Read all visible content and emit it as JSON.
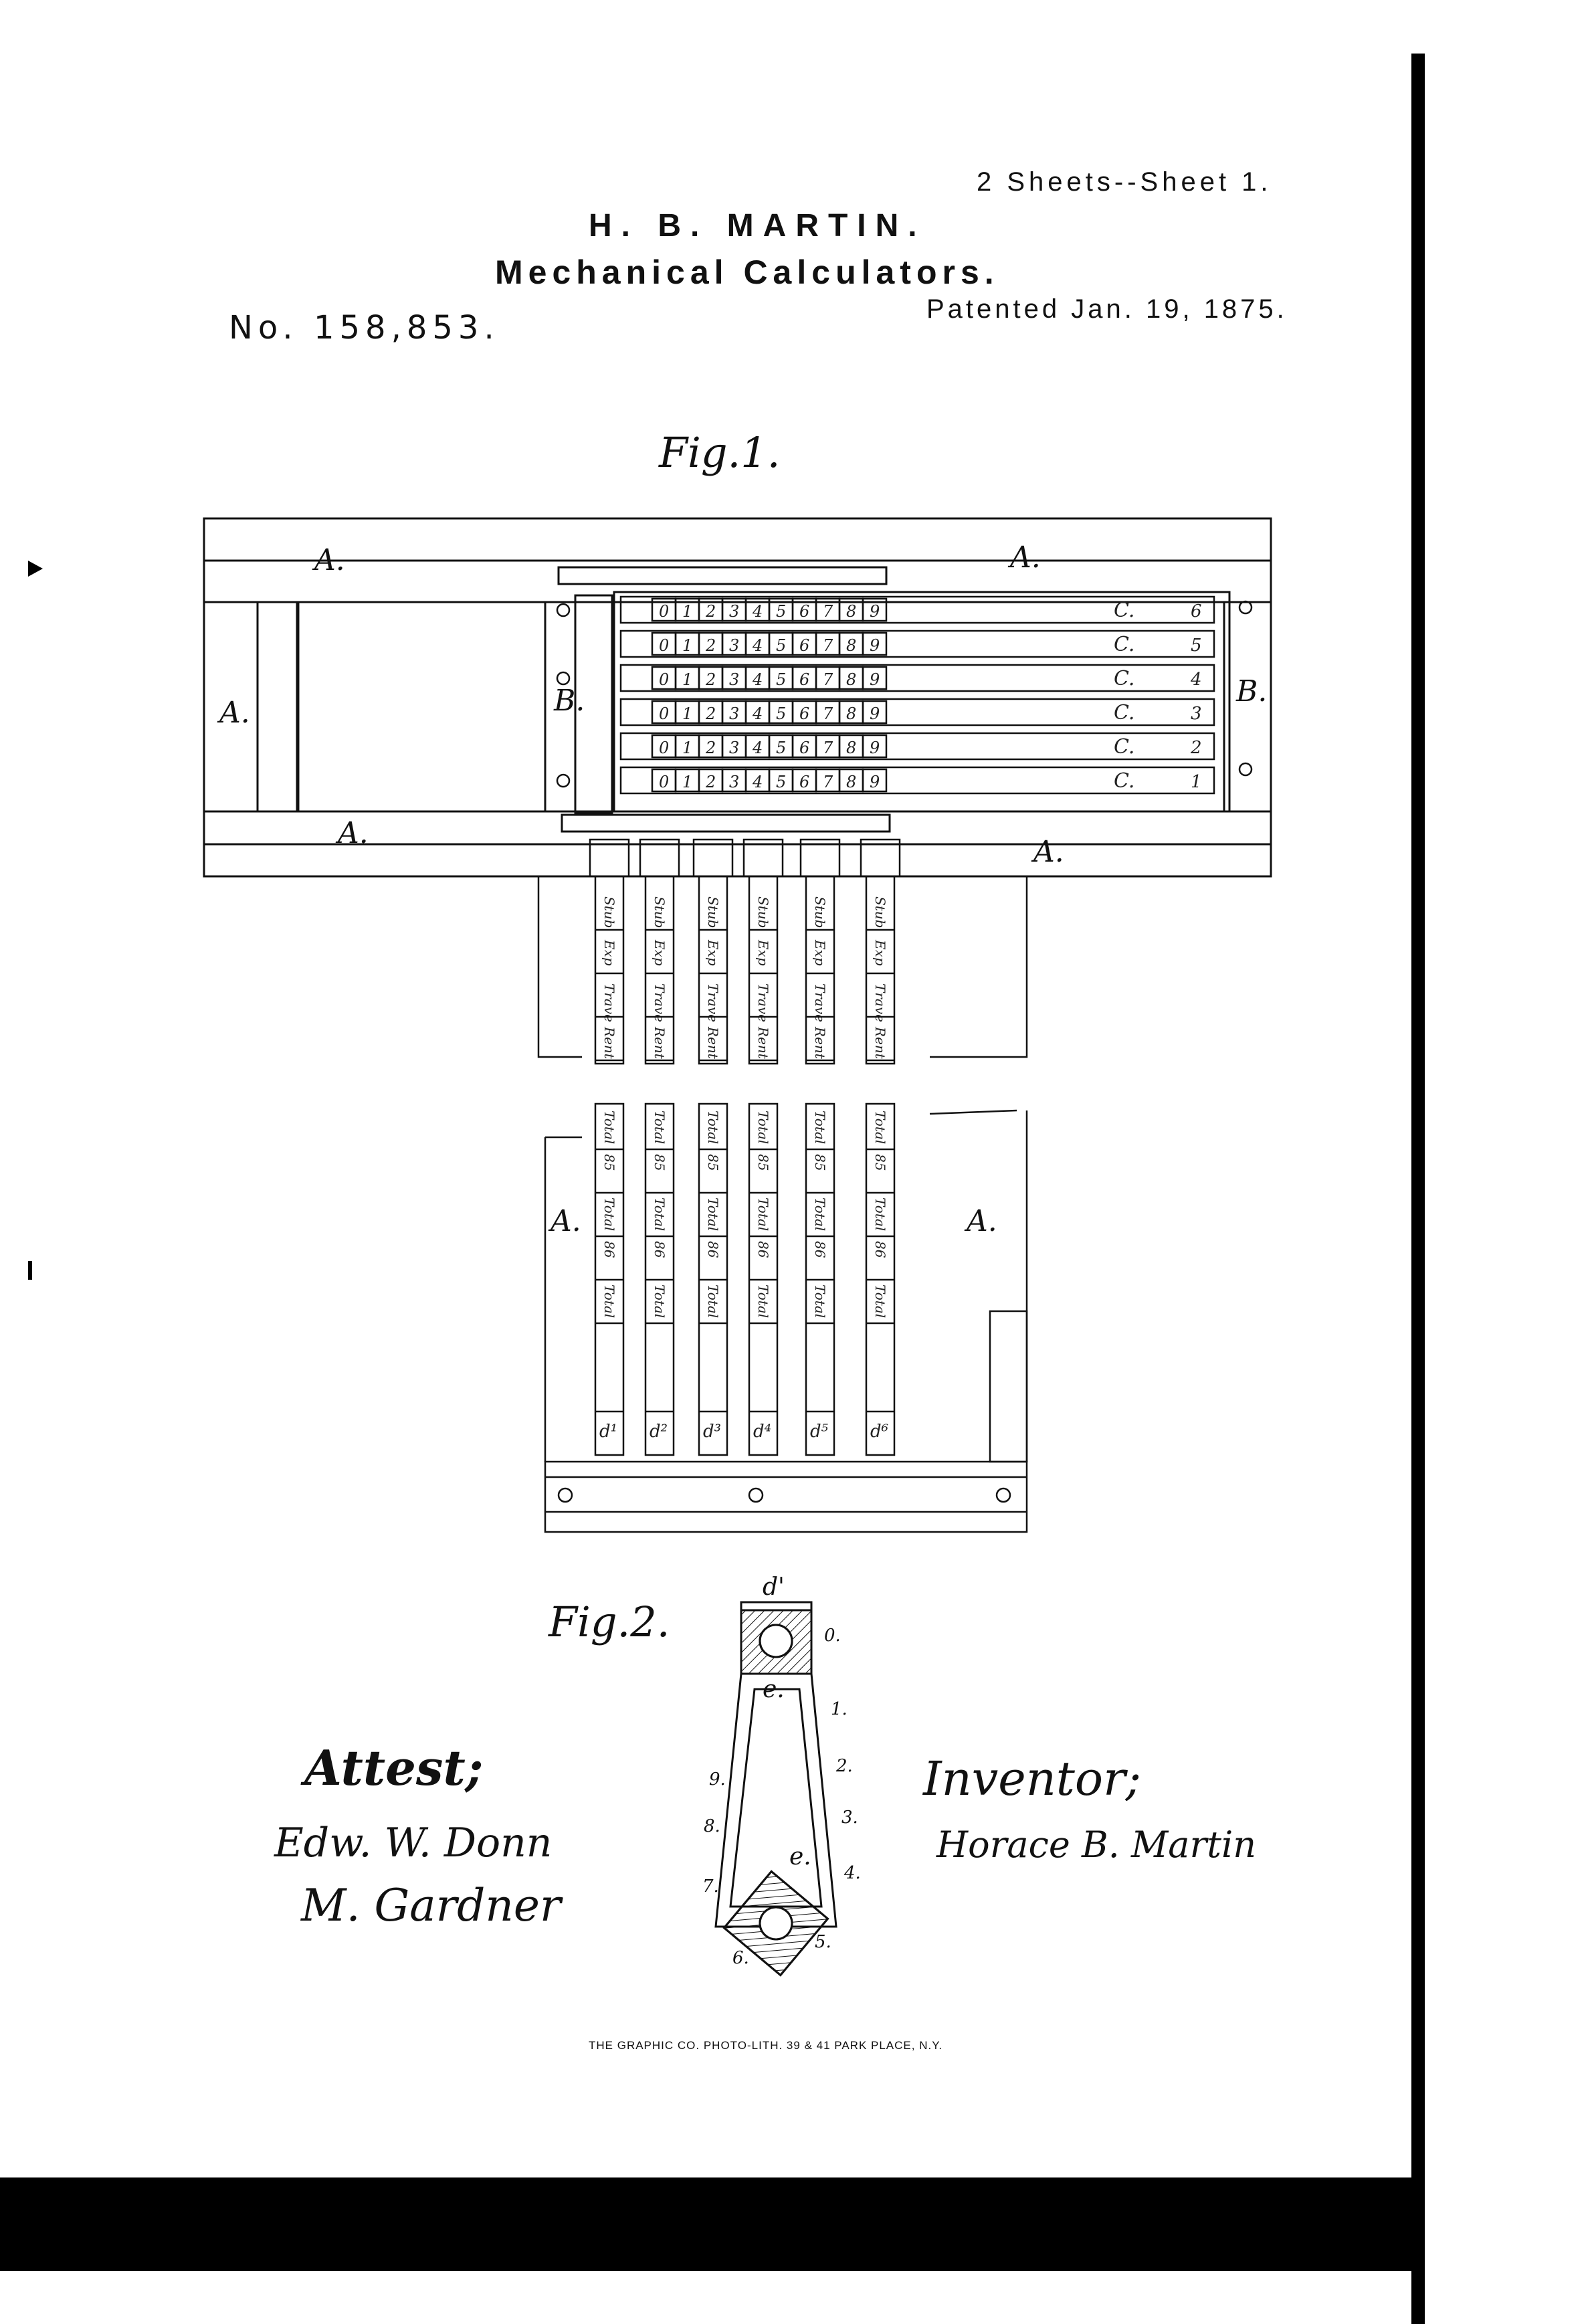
{
  "header": {
    "sheets": "2 Sheets--Sheet 1.",
    "inventor_name": "H. B. MARTIN.",
    "title": "Mechanical Calculators.",
    "patent_number": "No. 158,853.",
    "patent_date": "Patented Jan. 19, 1875."
  },
  "figures": {
    "fig1_label": "Fig.1.",
    "fig2_label": "Fig.2."
  },
  "fig1_labels": {
    "frame": "A.",
    "bar": "B.",
    "slide": "C.",
    "digits": [
      "0",
      "1",
      "2",
      "3",
      "4",
      "5",
      "6",
      "7",
      "8",
      "9"
    ],
    "slide_numbers": [
      "6",
      "5",
      "4",
      "3",
      "2",
      "1"
    ],
    "strip_words_top": [
      "Stub",
      "Exp",
      "Trave",
      "Rent"
    ],
    "strip_words_bottom": [
      "Total",
      "85",
      "Total",
      "86",
      "Total"
    ],
    "strip_keys": [
      "d¹",
      "d²",
      "d³",
      "d⁴",
      "d⁵",
      "d⁶"
    ]
  },
  "fig2_labels": {
    "top": "d'",
    "inner_top": "e.",
    "inner_bottom": "e.",
    "numbers": [
      "0.",
      "1.",
      "2.",
      "3.",
      "4.",
      "5.",
      "6.",
      "7.",
      "8.",
      "9."
    ]
  },
  "signatures": {
    "attest_label": "Attest;",
    "witness_1": "Edw. W. Donn",
    "witness_2": "M. Gardner",
    "inventor_label": "Inventor;",
    "inventor_signature": "Horace B. Martin"
  },
  "footer": {
    "printer": "THE GRAPHIC CO. PHOTO-LITH. 39 & 41 PARK PLACE, N.Y."
  },
  "colors": {
    "paper": "#ffffff",
    "ink": "#111111",
    "scan_border": "#000000"
  }
}
